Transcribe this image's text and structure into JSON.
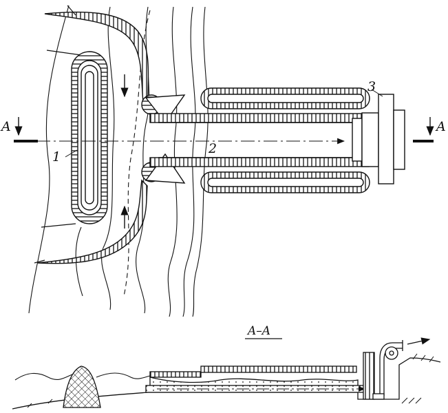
{
  "labels": {
    "item_1": "1",
    "item_2": "2",
    "item_3": "3",
    "cut_left": "A",
    "cut_right": "A",
    "section_title": "A–A"
  },
  "colors": {
    "ink": "#111111",
    "paper": "#ffffff"
  }
}
